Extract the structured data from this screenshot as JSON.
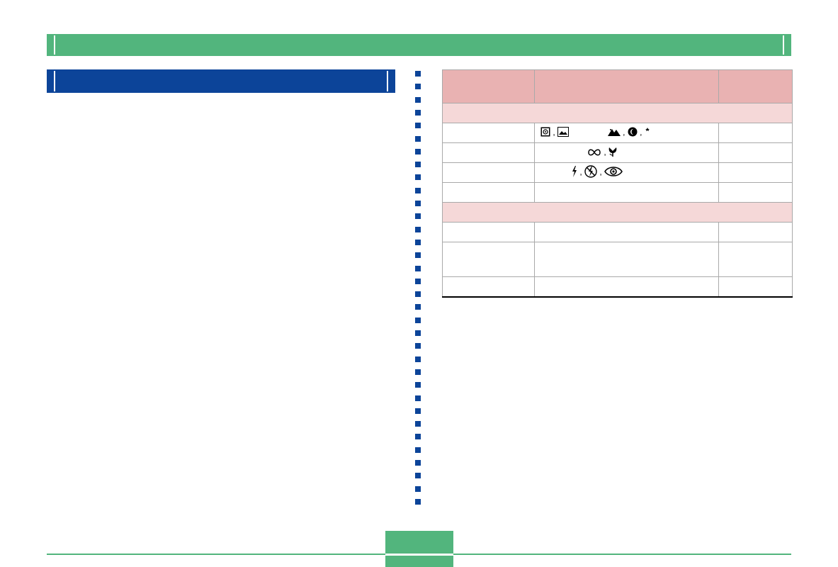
{
  "header": {
    "chapter_title": ""
  },
  "section": {
    "title": ""
  },
  "table": {
    "head": [
      "",
      "",
      ""
    ],
    "rows": [
      {
        "kind": "group",
        "label": ""
      },
      {
        "kind": "row",
        "cells": [
          "",
          "",
          ""
        ],
        "icons": [
          "scene-portrait-icon",
          "scene-landscape-framed-icon",
          "scene-landscape-icon",
          "scene-portrait-night-icon",
          "scene-night-icon"
        ]
      },
      {
        "kind": "row",
        "cells": [
          "",
          "",
          ""
        ],
        "icons": [
          "focus-infinity-icon",
          "focus-macro-icon"
        ]
      },
      {
        "kind": "row",
        "cells": [
          "",
          "",
          ""
        ],
        "icons": [
          "flash-on-icon",
          "flash-off-icon",
          "red-eye-icon"
        ]
      },
      {
        "kind": "row",
        "cells": [
          "",
          "",
          ""
        ]
      },
      {
        "kind": "group",
        "label": ""
      },
      {
        "kind": "row",
        "cells": [
          "",
          "",
          ""
        ]
      },
      {
        "kind": "tall",
        "cells": [
          "",
          "",
          ""
        ]
      },
      {
        "kind": "last",
        "cells": [
          "",
          "",
          ""
        ]
      }
    ]
  },
  "footer": {
    "page_number": ""
  },
  "colors": {
    "banner_green": "#52b57d",
    "section_blue": "#0c4499",
    "table_header_pink": "#e9b2b2",
    "table_group_pink": "#f5d8d8"
  }
}
